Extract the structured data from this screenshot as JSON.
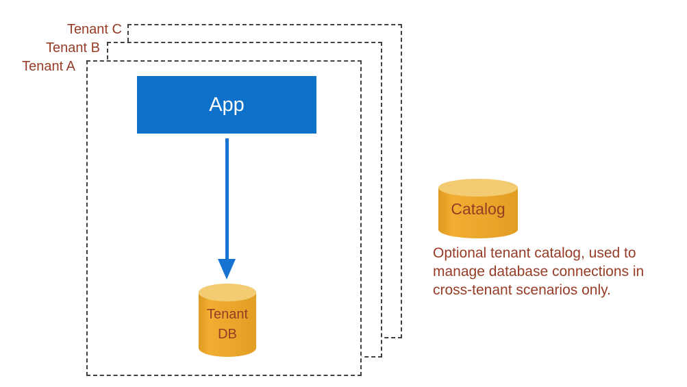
{
  "tenants": [
    {
      "label": "Tenant C"
    },
    {
      "label": "Tenant B"
    },
    {
      "label": "Tenant A"
    }
  ],
  "app": {
    "label": "App"
  },
  "tenant_db": {
    "label_line1": "Tenant",
    "label_line2": "DB"
  },
  "catalog": {
    "label": "Catalog"
  },
  "caption": {
    "lines": [
      "Optional tenant catalog, used to",
      "manage database connections in",
      "cross-tenant scenarios only."
    ]
  },
  "colors": {
    "label_text": "#963C26",
    "app_fill": "#0D70C9",
    "app_text": "#FFFFFF",
    "arrow": "#1673D2",
    "cylinder_body": "#EAA428",
    "cylinder_top": "#F2CB72",
    "dash_border": "#3F3F3F"
  }
}
